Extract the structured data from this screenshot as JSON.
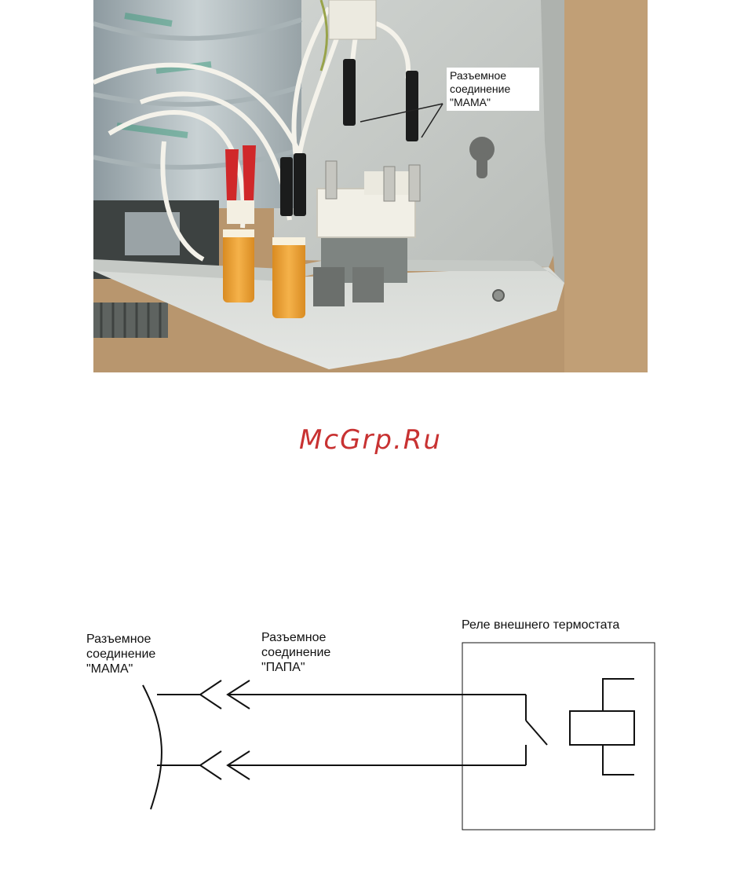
{
  "photo": {
    "label": "Разъемное\n соединение\n \"МАМА\""
  },
  "watermark": "McGrp.Ru",
  "diagram": {
    "mama_label": "Разъемное\n соединение\n \"МАМА\"",
    "papa_label": "Разъемное\n соединение\n \"ПАПА\"",
    "relay_label": "Реле внешнего термостата"
  },
  "colors": {
    "watermark": "#c83232",
    "wire_red": "#d0282a",
    "indicator_amber": "#f0a63a",
    "panel": "#dcdfdb"
  }
}
